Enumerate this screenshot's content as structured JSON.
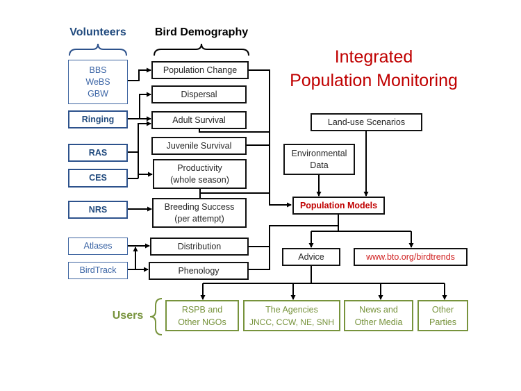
{
  "title": {
    "line1": "Integrated",
    "line2": "Population Monitoring"
  },
  "headers": {
    "volunteers": "Volunteers",
    "demography": "Bird Demography",
    "users": "Users"
  },
  "volunteers": {
    "surveys": [
      "BBS",
      "WeBS",
      "GBW"
    ],
    "ringing": "Ringing",
    "ras": "RAS",
    "ces": "CES",
    "nrs": "NRS",
    "atlases": "Atlases",
    "birdtrack": "BirdTrack"
  },
  "demography": {
    "population_change": "Population Change",
    "dispersal": "Dispersal",
    "adult_survival": "Adult Survival",
    "juvenile_survival": "Juvenile Survival",
    "productivity": [
      "Productivity",
      "(whole season)"
    ],
    "breeding_success": [
      "Breeding Success",
      "(per attempt)"
    ],
    "distribution": "Distribution",
    "phenology": "Phenology"
  },
  "inputs": {
    "land_use": "Land-use Scenarios",
    "environmental": [
      "Environmental",
      "Data"
    ]
  },
  "models": "Population Models",
  "outputs": {
    "advice": "Advice",
    "website": "www.bto.org/birdtrends"
  },
  "users": [
    [
      "RSPB and",
      "Other NGOs"
    ],
    [
      "The Agencies",
      "JNCC, CCW, NE, SNH"
    ],
    [
      "News and",
      "Other Media"
    ],
    [
      "Other",
      "Parties"
    ]
  ],
  "colors": {
    "volunteer_blue": "#1F497D",
    "title_red": "#C00000",
    "user_green": "#77933C",
    "connector": "#000000"
  }
}
